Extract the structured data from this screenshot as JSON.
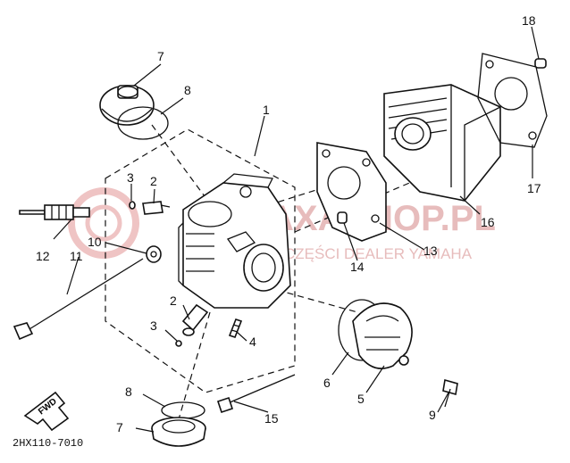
{
  "diagram": {
    "part_labels": {
      "p1": "1",
      "p2a": "2",
      "p2b": "2",
      "p3a": "3",
      "p3b": "3",
      "p4": "4",
      "p5": "5",
      "p6": "6",
      "p7a": "7",
      "p7b": "7",
      "p8a": "8",
      "p8b": "8",
      "p9": "9",
      "p10": "10",
      "p11": "11",
      "p12": "12",
      "p13": "13",
      "p14": "14",
      "p15": "15",
      "p16": "16",
      "p17": "17",
      "p18": "18"
    },
    "figure_code": "2HX110-7010",
    "fwd_label": "FWD"
  },
  "watermark": {
    "brand": "AXASHOP.PL",
    "tagline": "CZĘŚCI DEALER YAMAHA"
  }
}
